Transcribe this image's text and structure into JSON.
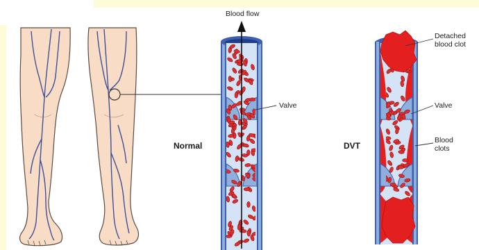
{
  "labels": {
    "blood_flow": "Blood flow",
    "normal": "Normal",
    "valve_normal": "Valve",
    "dvt": "DVT",
    "detached_clot_line1": "Detached",
    "detached_clot_line2": "blood clot",
    "valve_dvt": "Valve",
    "blood_clots_line1": "Blood",
    "blood_clots_line2": "clots"
  },
  "colors": {
    "skin": "#f8dcc6",
    "skin_outline": "#5a4a44",
    "vein": "#3b4f9a",
    "vessel_wall": "#3d5fae",
    "lumen": "#d4e4f6",
    "valve": "#8fb0dc",
    "rbc": "#e02e2e",
    "rbc_outline": "#8c1010",
    "clot": "#e3201f",
    "background_strip": "#fefbd9"
  }
}
